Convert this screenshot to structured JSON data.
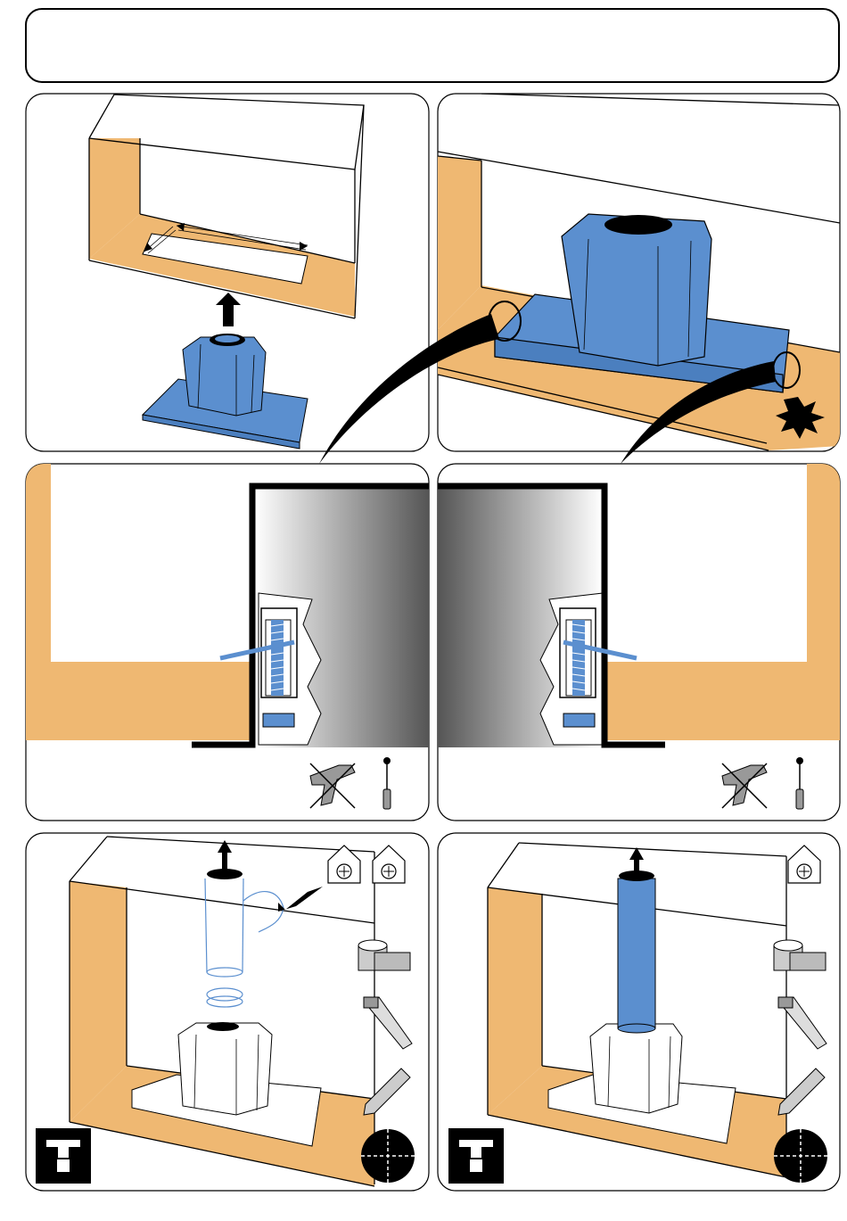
{
  "header": {
    "title": ""
  },
  "panels": [
    {
      "step": "insert-hood-into-cabinet",
      "shows": [
        "cutout-dimension-arrows",
        "insert-upward-arrow",
        "blue-hood-unit"
      ]
    },
    {
      "step": "hood-seated-in-cutout",
      "shows": [
        "detail-callout-left",
        "detail-callout-right",
        "impact-burst"
      ]
    },
    {
      "step": "clamp-detail-left",
      "tools_allowed": [
        "screwdriver-icon"
      ],
      "tools_forbidden": [
        "power-drill-icon"
      ]
    },
    {
      "step": "clamp-detail-right",
      "tools_allowed": [
        "screwdriver-icon"
      ],
      "tools_forbidden": [
        "power-drill-icon"
      ]
    },
    {
      "step": "ducted-exhaust-with-adapter",
      "icons": [
        "house-fan-icon",
        "house-duct-icon",
        "tape-roll-icon",
        "handsaw-icon",
        "pencil-icon",
        "electrical-box-icon",
        "crosshair-icon"
      ]
    },
    {
      "step": "ducted-exhaust-direct",
      "icons": [
        "house-fan-icon",
        "tape-roll-icon",
        "handsaw-icon",
        "pencil-icon",
        "electrical-box-icon",
        "crosshair-icon"
      ]
    }
  ],
  "colors": {
    "wood": "#efb872",
    "hood_blue": "#5b8fcf",
    "outline": "#000000",
    "gradient_light": "#ffffff",
    "gradient_dark": "#555555"
  }
}
